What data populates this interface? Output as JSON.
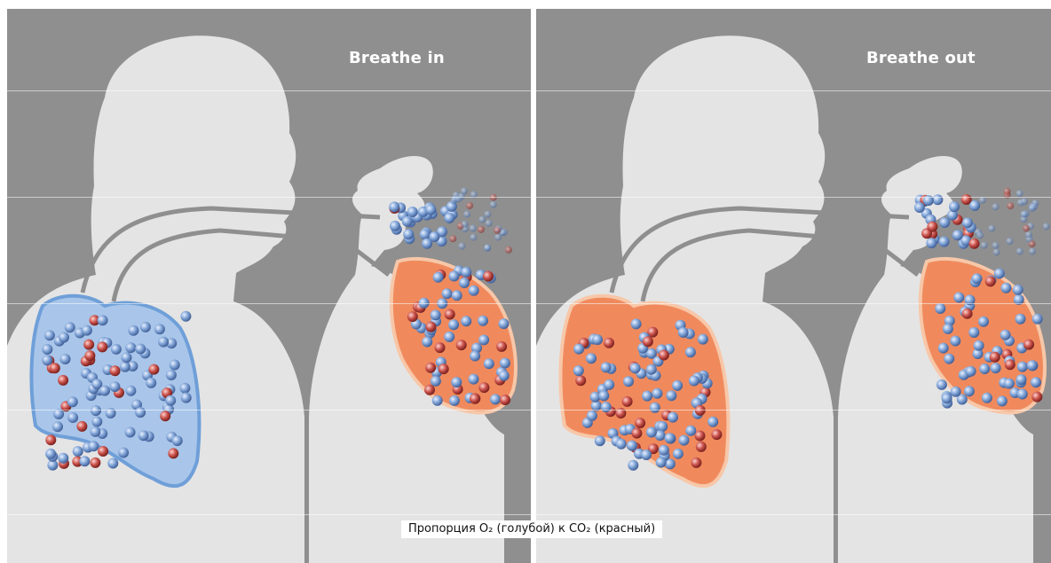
{
  "panels": {
    "left": {
      "title": "Breathe in",
      "lung_color": "#a9c6ea",
      "lung_outline": "#6f9fd8"
    },
    "right": {
      "title": "Breathe out",
      "lung_color": "#f08a5d",
      "lung_outline": "#f7c7a8"
    }
  },
  "caption": "Пропорция O₂ (голубой) к CO₂ (красный)",
  "colors": {
    "background": "#8f8f8f",
    "silhouette": "#e4e4e4",
    "o2_molecule": "#6d94cc",
    "co2_molecule": "#c0453e",
    "airway": "#8f8f8f"
  },
  "legend": [
    {
      "gas": "O₂",
      "color_word": "голубой"
    },
    {
      "gas": "CO₂",
      "color_word": "красный"
    }
  ]
}
